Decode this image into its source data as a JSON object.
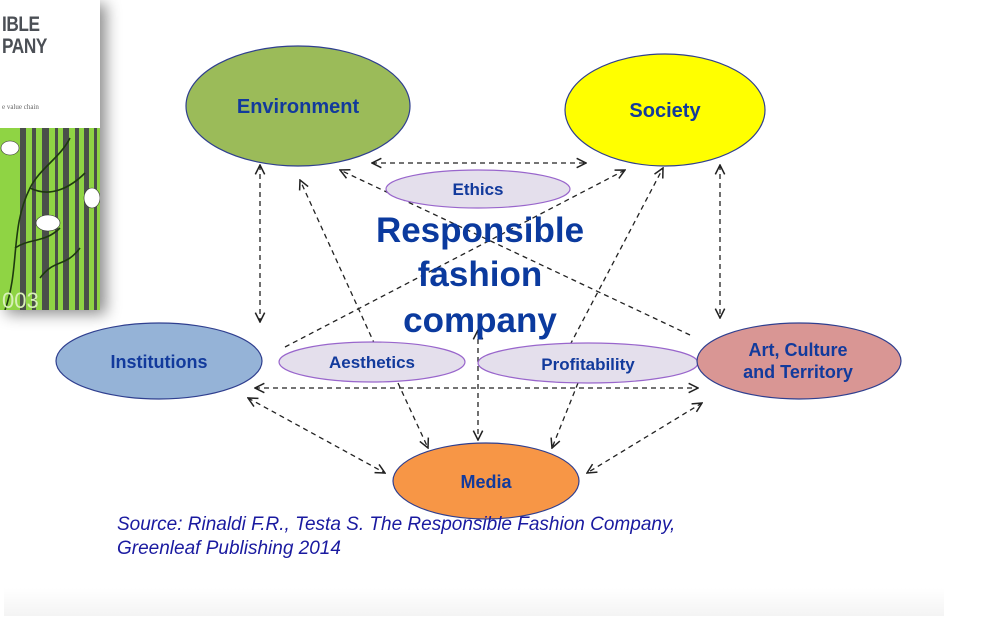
{
  "book_cover": {
    "title_line1": "IBLE",
    "title_line2": "PANY",
    "subtitle": "e value chain",
    "number": "003"
  },
  "diagram": {
    "center_title": [
      "Responsible",
      "fashion",
      "company"
    ],
    "stakeholders": [
      {
        "id": "environment",
        "label": [
          "Environment"
        ],
        "color": "#9bbb59"
      },
      {
        "id": "society",
        "label": [
          "Society"
        ],
        "color": "#ffff00"
      },
      {
        "id": "institutions",
        "label": [
          "Institutions"
        ],
        "color": "#95b3d7"
      },
      {
        "id": "art",
        "label": [
          "Art, Culture",
          "and Territory"
        ],
        "color": "#d99694"
      },
      {
        "id": "media",
        "label": [
          "Media"
        ],
        "color": "#f79646"
      }
    ],
    "values": [
      {
        "id": "ethics",
        "label": "Ethics",
        "color": "#e4dfec"
      },
      {
        "id": "aesthetics",
        "label": "Aesthetics",
        "color": "#e4dfec"
      },
      {
        "id": "profitability",
        "label": "Profitability",
        "color": "#e4dfec"
      }
    ],
    "connections": [
      {
        "from": "environment",
        "to": "society",
        "type": "bidirectional"
      },
      {
        "from": "environment",
        "to": "institutions",
        "type": "bidirectional"
      },
      {
        "from": "society",
        "to": "art",
        "type": "bidirectional"
      },
      {
        "from": "institutions",
        "to": "art",
        "type": "bidirectional"
      },
      {
        "from": "institutions",
        "to": "media",
        "type": "bidirectional"
      },
      {
        "from": "art",
        "to": "media",
        "type": "bidirectional"
      },
      {
        "from": "center",
        "to": "environment",
        "type": "directed"
      },
      {
        "from": "center",
        "to": "society",
        "type": "directed"
      },
      {
        "from": "center",
        "to": "institutions",
        "type": "directed"
      },
      {
        "from": "center",
        "to": "art",
        "type": "directed"
      },
      {
        "from": "center",
        "to": "media",
        "type": "directed"
      }
    ]
  },
  "source": {
    "line1": "Source: Rinaldi F.R., Testa S. The Responsible Fashion Company,",
    "line2": "Greenleaf Publishing  2014"
  }
}
